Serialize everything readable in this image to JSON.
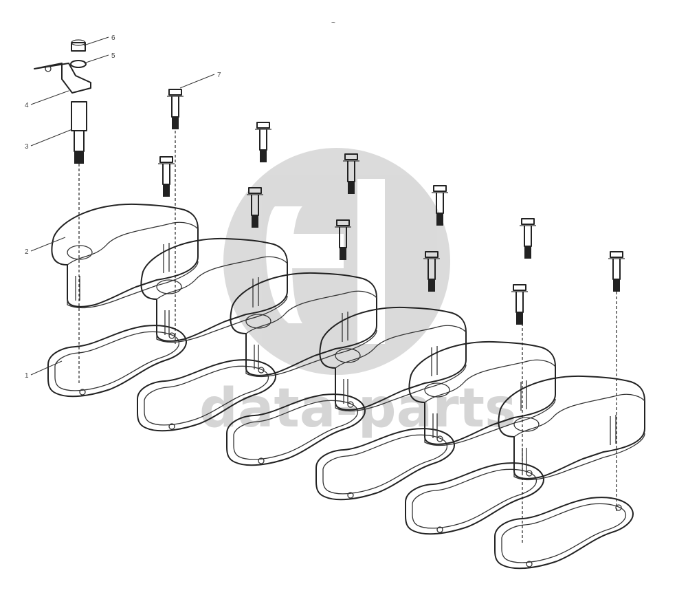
{
  "diagram": {
    "header_mark": "~",
    "callouts": [
      {
        "id": "1",
        "label": "1"
      },
      {
        "id": "2",
        "label": "2"
      },
      {
        "id": "3",
        "label": "3"
      },
      {
        "id": "4",
        "label": "4"
      },
      {
        "id": "5",
        "label": "5"
      },
      {
        "id": "6",
        "label": "6"
      },
      {
        "id": "7",
        "label": "7"
      }
    ],
    "watermark": {
      "text": "data-parts",
      "logo": "gd-logo-icon"
    },
    "colors": {
      "ink": "#222222",
      "watermark": "#c8c8c8",
      "background": "#ffffff"
    }
  }
}
